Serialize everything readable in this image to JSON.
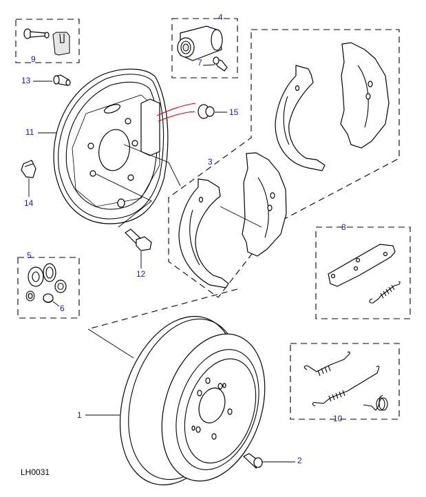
{
  "diagram": {
    "type": "exploded-parts-diagram",
    "subject": "Rear drum brake assembly",
    "reference_code": "LH0031",
    "callouts": [
      {
        "number": "1",
        "part": "brake drum"
      },
      {
        "number": "2",
        "part": "drum retaining screw"
      },
      {
        "number": "3",
        "part": "brake shoe set (group)"
      },
      {
        "number": "4",
        "part": "wheel cylinder (group)"
      },
      {
        "number": "5",
        "part": "wheel cylinder repair kit (group)"
      },
      {
        "number": "6",
        "part": "dust cap"
      },
      {
        "number": "7",
        "part": "bleed screw"
      },
      {
        "number": "8",
        "part": "adjuster kit (group)"
      },
      {
        "number": "9",
        "part": "shoe hold-down kit (group)"
      },
      {
        "number": "10",
        "part": "spring kit (group)"
      },
      {
        "number": "11",
        "part": "brake backplate"
      },
      {
        "number": "12",
        "part": "backplate bolt"
      },
      {
        "number": "13",
        "part": "bolt"
      },
      {
        "number": "14",
        "part": "grommet plug"
      },
      {
        "number": "15",
        "part": "plug"
      }
    ],
    "colors": {
      "callout_text": "#1a1aaa",
      "line_art": "#000000",
      "highlight_lines": "#e00000"
    }
  }
}
